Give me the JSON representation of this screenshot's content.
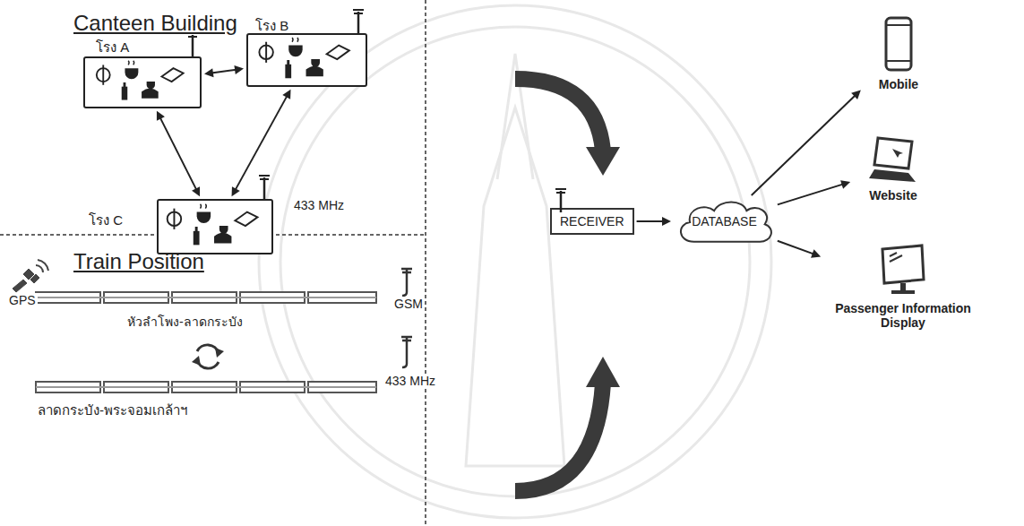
{
  "diagram": {
    "nodes": [
      {
        "text": [
          "โรง A"
        ]
      },
      {
        "text": [
          "โรง B"
        ]
      },
      {
        "text": [
          "โรง C"
        ]
      },
      {
        "text": [
          "RECEIVER"
        ]
      },
      {
        "text": [
          "DATABASE"
        ]
      },
      {
        "text": [
          "Mobile"
        ]
      },
      {
        "text": [
          "Website"
        ]
      },
      {
        "text": [
          "Passenger Information Display"
        ]
      }
    ],
    "edges": [
      {
        "from": 0,
        "to": 1,
        "arrow": "both"
      },
      {
        "from": 0,
        "to": 2,
        "arrow": "both"
      },
      {
        "from": 1,
        "to": 2,
        "arrow": "both"
      },
      {
        "from": 3,
        "to": 4,
        "arrow": "to"
      },
      {
        "from": 4,
        "to": 5,
        "arrow": "to"
      },
      {
        "from": 4,
        "to": 6,
        "arrow": "to"
      },
      {
        "from": 4,
        "to": 7,
        "arrow": "to"
      }
    ],
    "labels": [
      "Canteen Building",
      "433 MHz",
      "Train Position",
      "GPS",
      "หัวลำโพง-ลาดกระบัง",
      "GSM",
      "ลาดกระบัง-พระจอมเกล้าฯ",
      "433 MHz"
    ]
  }
}
